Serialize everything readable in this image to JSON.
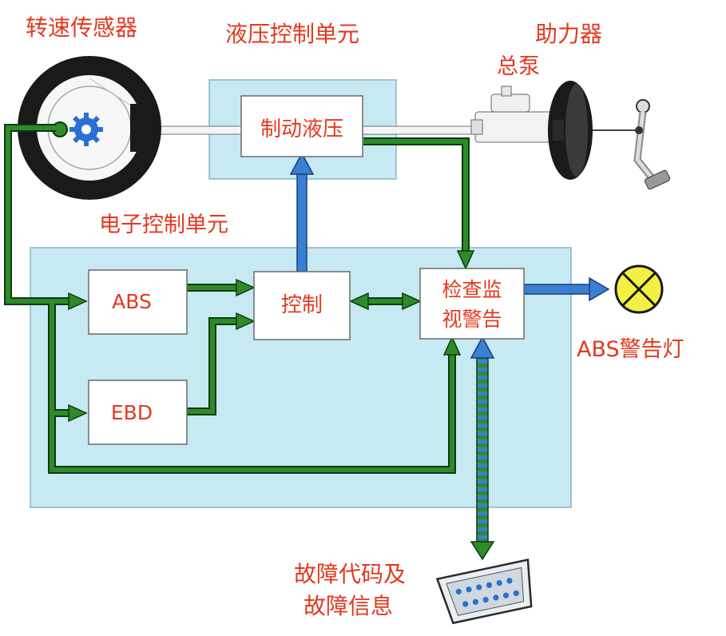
{
  "labels": {
    "speed_sensor": "转速传感器",
    "hydraulic_unit": "液压控制单元",
    "booster": "助力器",
    "master_cylinder": "总泵",
    "ecu": "电子控制单元",
    "warning_lamp": "ABS警告灯",
    "fault_line1": "故障代码及",
    "fault_line2": "故障信息"
  },
  "blocks": {
    "brake_hydraulic": "制动液压",
    "abs": "ABS",
    "ebd": "EBD",
    "control": "控制",
    "monitor_line1": "检查监",
    "monitor_line2": "视警告"
  },
  "colors": {
    "label_text": "#e3381e",
    "panel_fill": "#c6e9f2",
    "panel_stroke": "#8ab5c6",
    "signal_green": "#2f8a2a",
    "signal_dark": "#0d3a10",
    "signal_blue": "#3a7fd1",
    "lamp_yellow": "#f3ef45"
  }
}
